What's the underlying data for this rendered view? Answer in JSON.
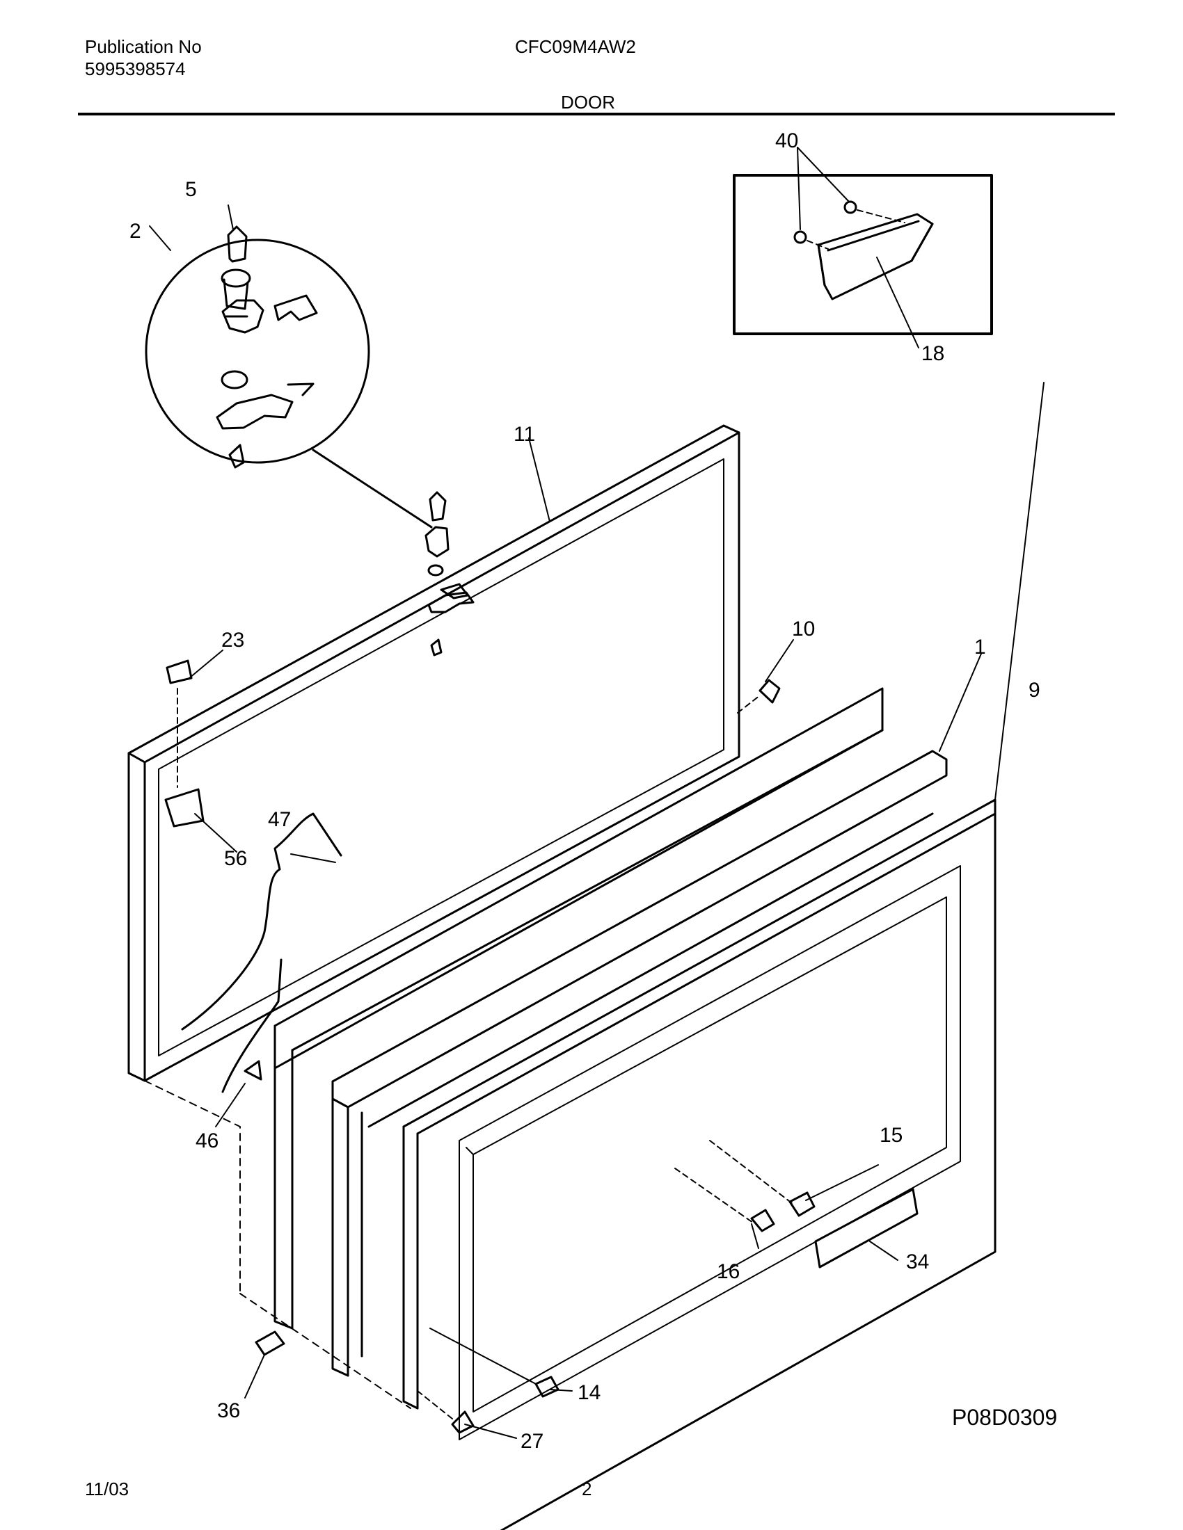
{
  "header": {
    "publication_label": "Publication No",
    "publication_number": "5995398574",
    "model": "CFC09M4AW2",
    "section": "DOOR"
  },
  "footer": {
    "date": "11/03",
    "page": "2",
    "diagram_code": "P08D0309"
  },
  "callouts": {
    "c1": "1",
    "c2": "2",
    "c5": "5",
    "c9": "9",
    "c10": "10",
    "c11": "11",
    "c14": "14",
    "c15": "15",
    "c16": "16",
    "c18": "18",
    "c23": "23",
    "c27": "27",
    "c34": "34",
    "c36": "36",
    "c40": "40",
    "c46": "46",
    "c47": "47",
    "c56": "56"
  }
}
